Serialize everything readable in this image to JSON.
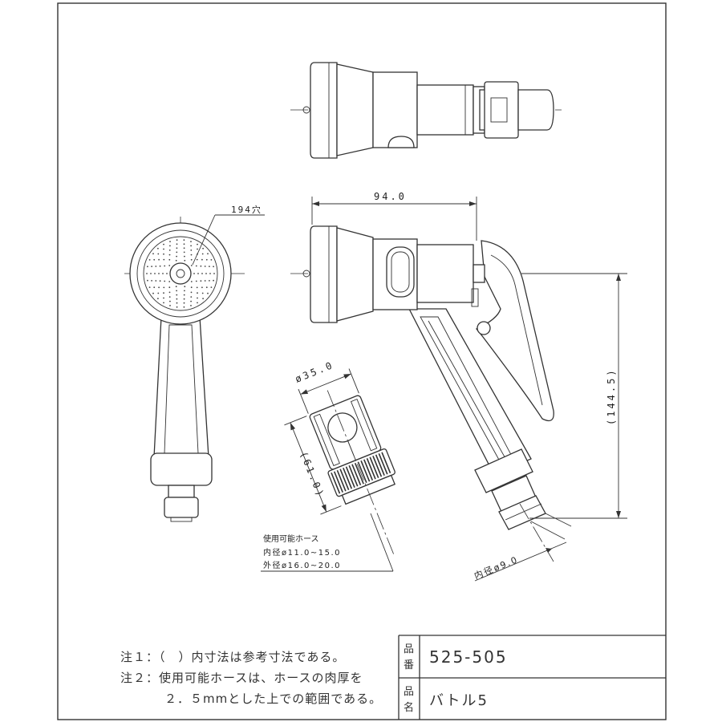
{
  "dimensions": {
    "overall_length": "94.0",
    "height": "(144.5)",
    "connector_diameter": "ø35.0",
    "connector_length": "(61.0)",
    "outlet_inner_diameter": "内径ø9.0",
    "hole_count": "194穴"
  },
  "hose_spec": {
    "title": "使用可能ホース",
    "inner": "内径ø11.0~15.0",
    "outer": "外径ø16.0~20.0"
  },
  "notes": {
    "note1": "注１：（　）内寸法は参考寸法である。",
    "note2_line1": "注２：使用可能ホースは、ホースの肉厚を",
    "note2_line2": "２．５mmとした上での範囲である。"
  },
  "title_block": {
    "part_no_label_1": "品",
    "part_no_label_2": "番",
    "part_no": "525-505",
    "name_label_1": "品",
    "name_label_2": "名",
    "name": "バトル5"
  }
}
